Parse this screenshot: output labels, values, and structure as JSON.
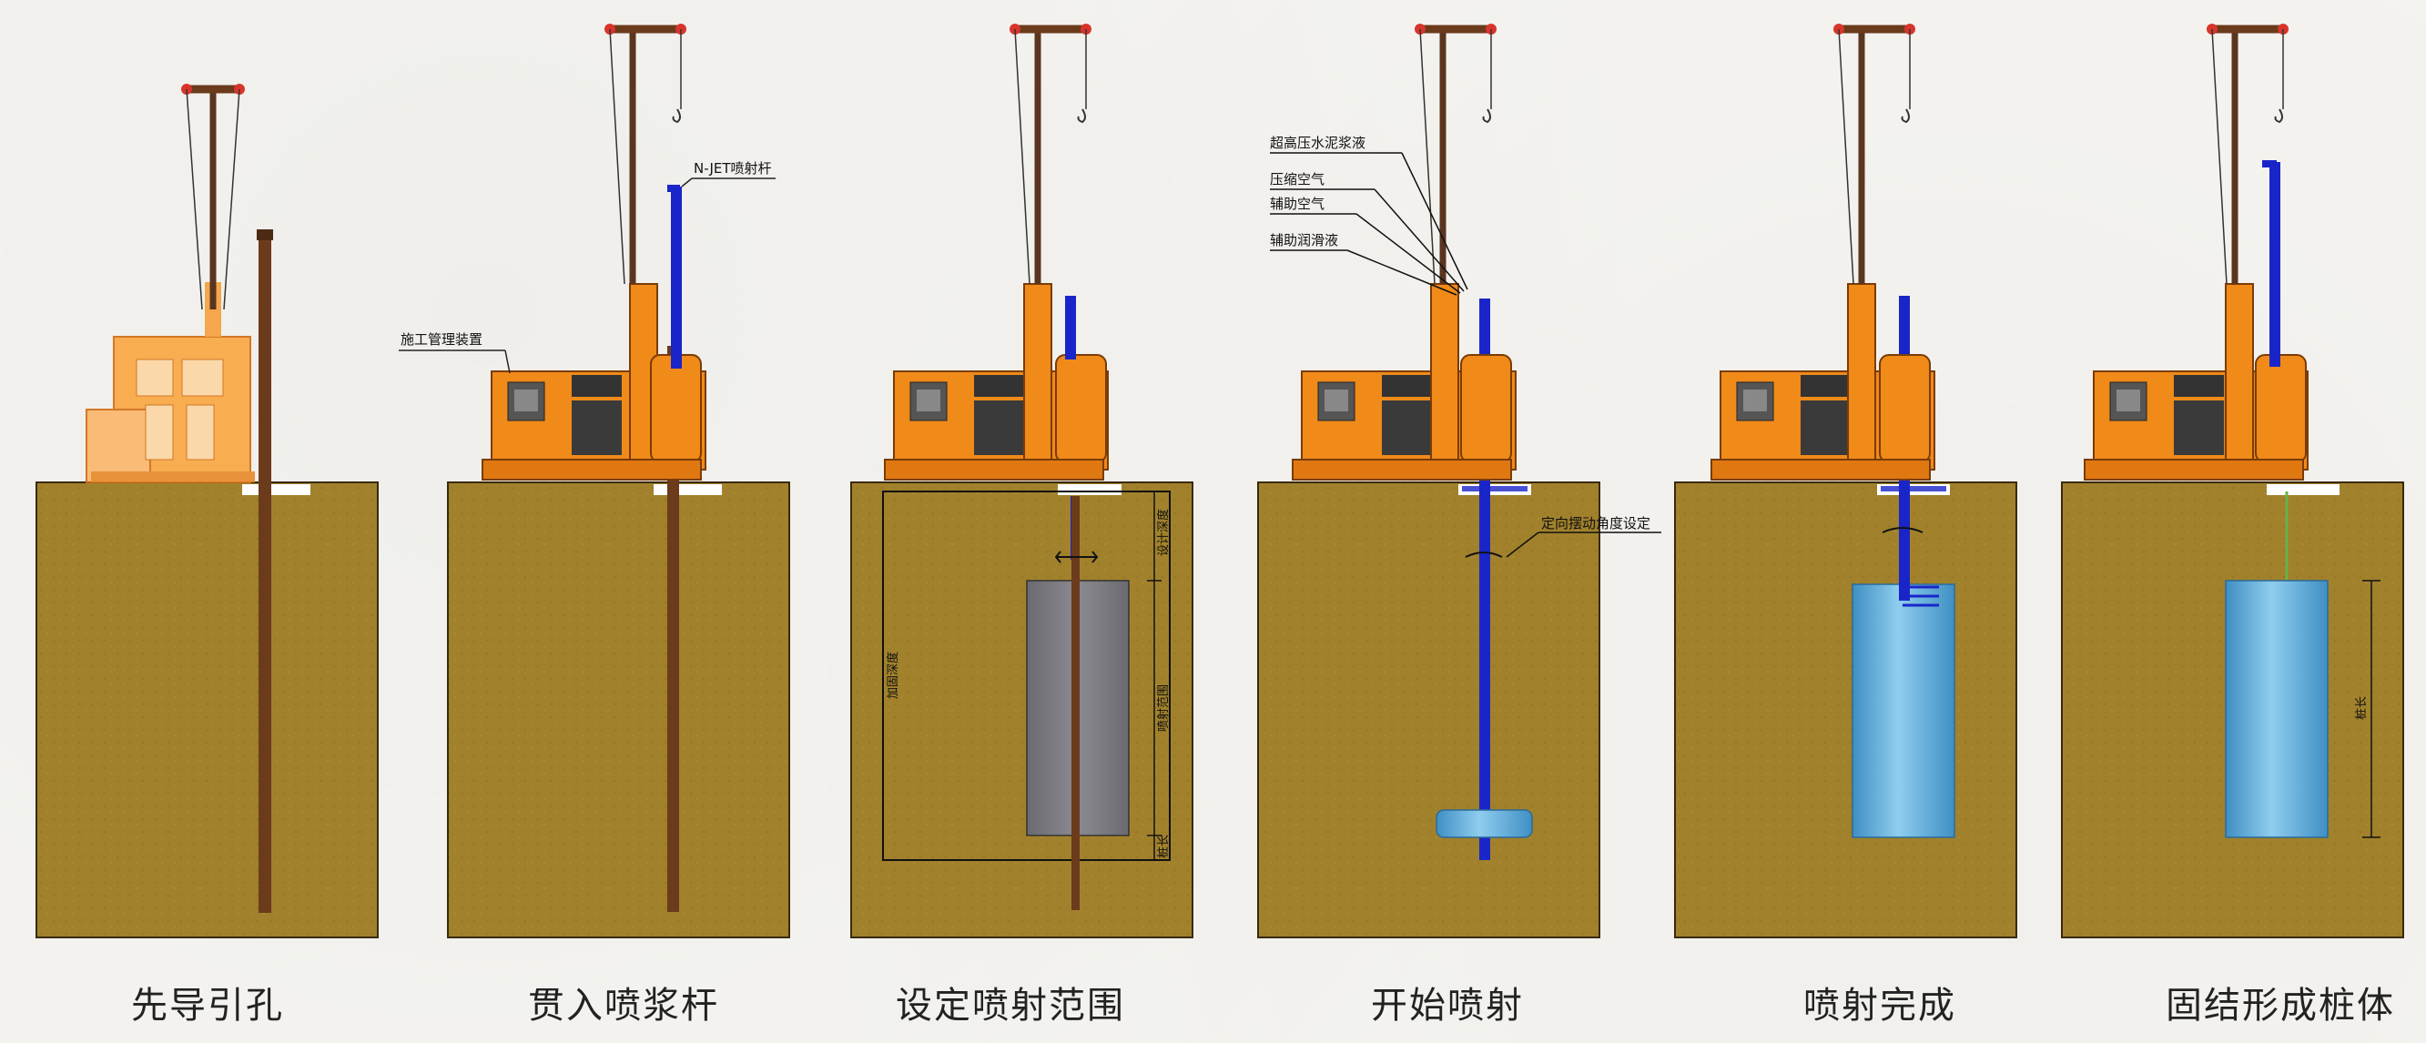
{
  "steps": [
    {
      "label": "先导引孔"
    },
    {
      "label": "贯入喷浆杆"
    },
    {
      "label": "设定喷射范围"
    },
    {
      "label": "开始喷射"
    },
    {
      "label": "喷射完成"
    },
    {
      "label": "固结形成桩体"
    }
  ],
  "annotations": {
    "construction_device": "施工管理装置",
    "jet_rod": "N-JET喷射杆",
    "cement_slurry": "超高压水泥浆液",
    "compressed_air": "压缩空气",
    "aux_air": "辅助空气",
    "aux_lubricant": "辅助润滑液",
    "angle_setting": "定向摆动角度设定",
    "vertical_labels": [
      "设计深度",
      "喷射范围",
      "桩长",
      "加固深度"
    ]
  },
  "colors": {
    "soil": "#a1812b",
    "machine": "#f08a19",
    "rod_blue": "#1a25c9",
    "rod_brown": "#6b3b1c",
    "column_gray": "#74747a",
    "column_blue": "#5fb0de",
    "crane_red": "#d8342b"
  }
}
